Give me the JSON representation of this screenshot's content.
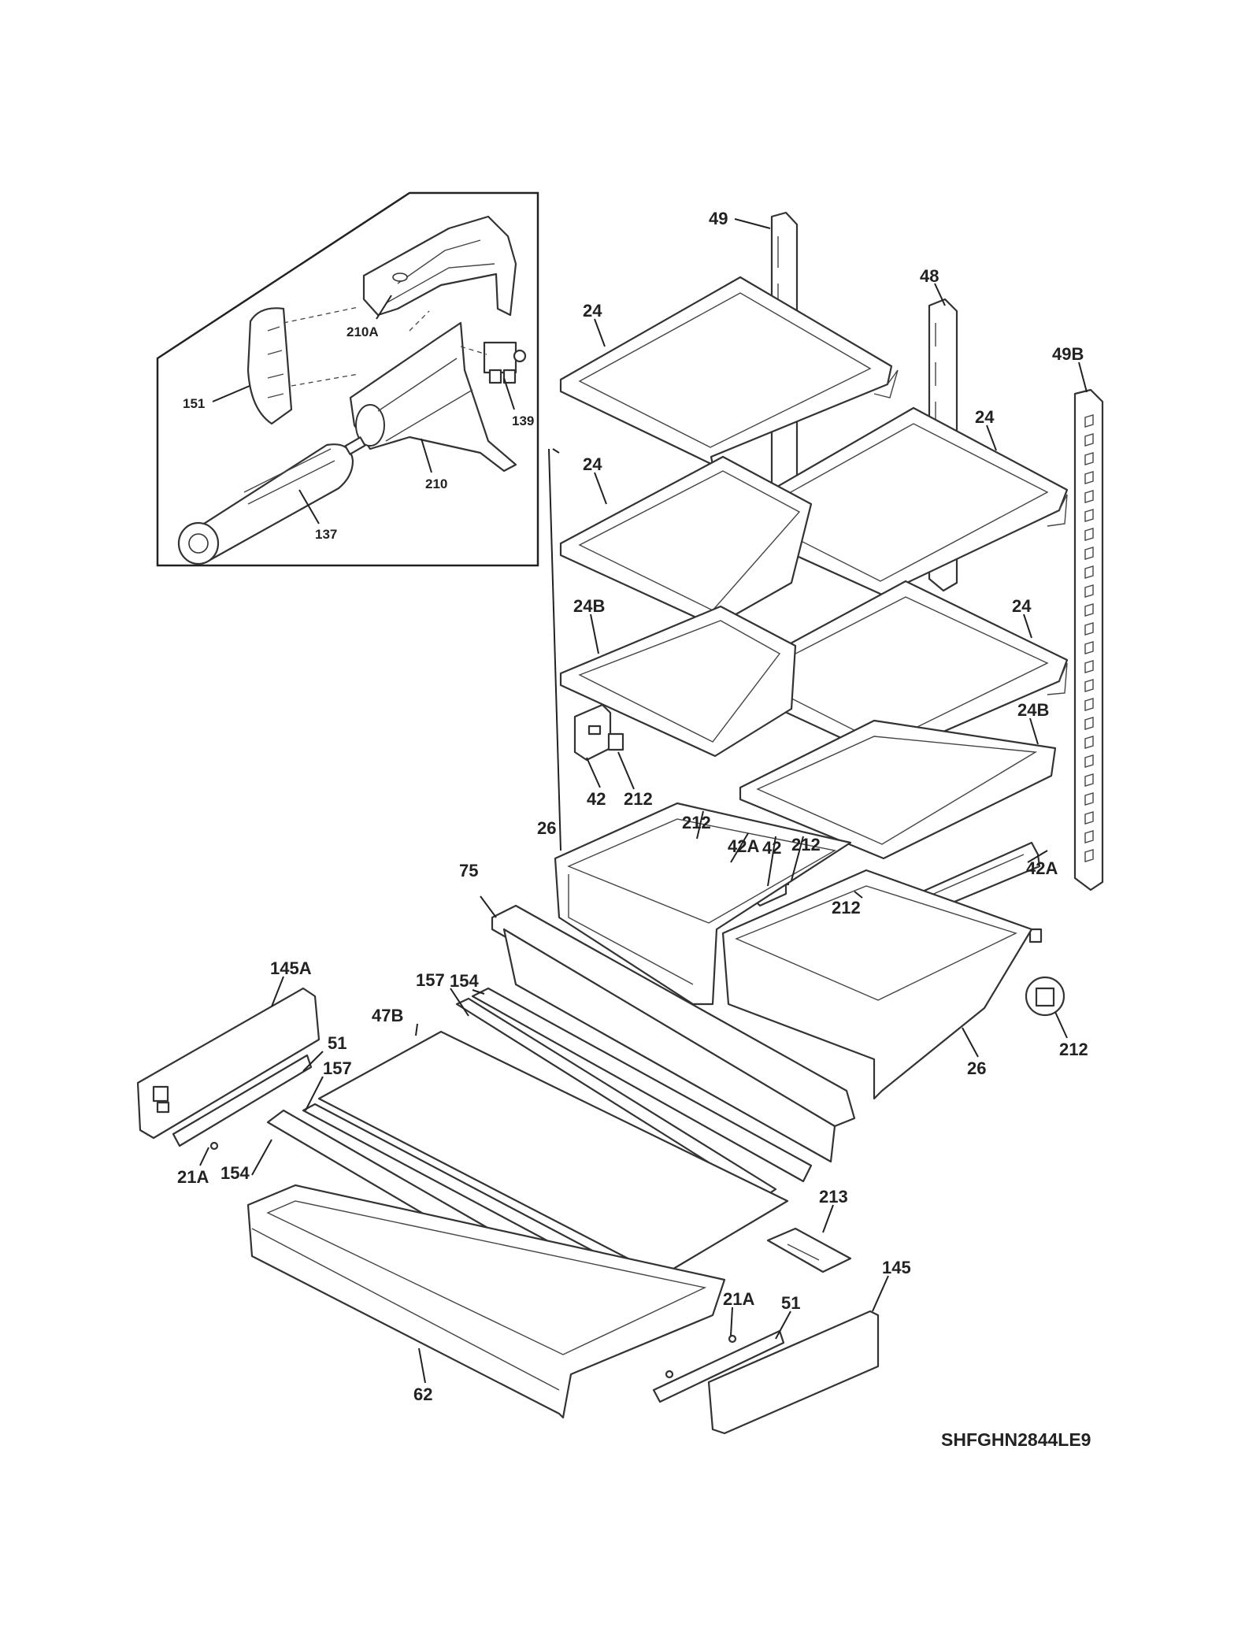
{
  "model_code": "SHFGHN2844LE9",
  "inset_labels": [
    {
      "id": "210A",
      "text": "210A"
    },
    {
      "id": "151",
      "text": "151"
    },
    {
      "id": "139",
      "text": "139"
    },
    {
      "id": "210",
      "text": "210"
    },
    {
      "id": "137",
      "text": "137"
    }
  ],
  "callouts": [
    {
      "id": "49",
      "text": "49"
    },
    {
      "id": "48",
      "text": "48"
    },
    {
      "id": "49B",
      "text": "49B"
    },
    {
      "id": "24-a",
      "text": "24"
    },
    {
      "id": "24-b",
      "text": "24"
    },
    {
      "id": "24-c",
      "text": "24"
    },
    {
      "id": "24-d",
      "text": "24"
    },
    {
      "id": "24B-a",
      "text": "24B"
    },
    {
      "id": "24B-b",
      "text": "24B"
    },
    {
      "id": "42-a",
      "text": "42"
    },
    {
      "id": "212-a",
      "text": "212"
    },
    {
      "id": "26-a",
      "text": "26"
    },
    {
      "id": "212-b",
      "text": "212"
    },
    {
      "id": "42A-a",
      "text": "42A"
    },
    {
      "id": "42-b",
      "text": "42"
    },
    {
      "id": "212-c",
      "text": "212"
    },
    {
      "id": "42A-b",
      "text": "42A"
    },
    {
      "id": "212-d",
      "text": "212"
    },
    {
      "id": "75",
      "text": "75"
    },
    {
      "id": "212-e",
      "text": "212"
    },
    {
      "id": "26-b",
      "text": "26"
    },
    {
      "id": "145A",
      "text": "145A"
    },
    {
      "id": "154-a",
      "text": "154"
    },
    {
      "id": "157-a",
      "text": "157"
    },
    {
      "id": "47B",
      "text": "47B"
    },
    {
      "id": "51-a",
      "text": "51"
    },
    {
      "id": "157-b",
      "text": "157"
    },
    {
      "id": "21A-a",
      "text": "21A"
    },
    {
      "id": "154-b",
      "text": "154"
    },
    {
      "id": "213",
      "text": "213"
    },
    {
      "id": "145",
      "text": "145"
    },
    {
      "id": "21A-b",
      "text": "21A"
    },
    {
      "id": "51-b",
      "text": "51"
    },
    {
      "id": "62",
      "text": "62"
    }
  ]
}
